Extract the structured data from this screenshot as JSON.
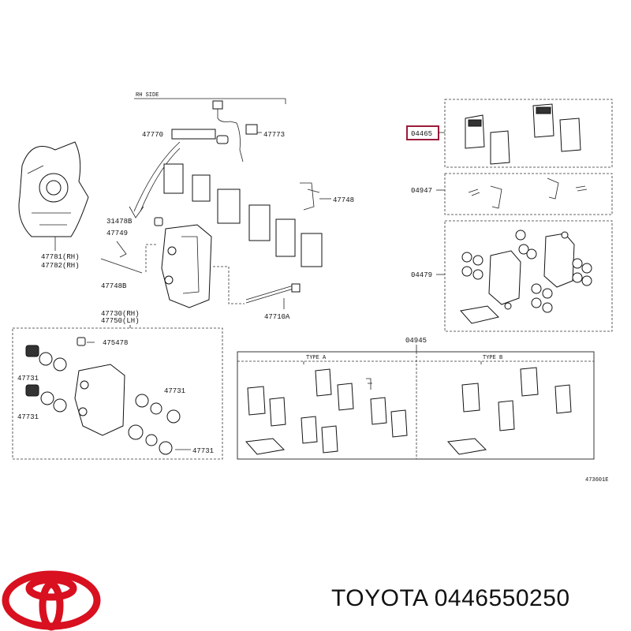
{
  "diagram": {
    "side_caption": "RH SIDE",
    "labels": {
      "p47770": "47770",
      "p47773": "47773",
      "p47748": "47748",
      "p31478B": "31478B",
      "p47749": "47749",
      "p47748B": "47748B",
      "p47781": "47781(RH)",
      "p47782": "47782(RH)",
      "p47710A": "47710A",
      "p47730": "47730(RH)",
      "p47750": "47750(LH)",
      "p475478": "475478",
      "p47731a": "47731",
      "p47731b": "47731",
      "p47731c": "47731",
      "p47731d": "47731",
      "p04465": "04465",
      "p04947": "04947",
      "p04479": "04479",
      "p04945": "04945",
      "type_a": "TYPE A",
      "type_b": "TYPE B",
      "ref_code": "473601E"
    },
    "highlight_color": "#9b1b3a"
  },
  "brand": {
    "text": "TOYOTA 0446550250",
    "logo_color": "#d8101f"
  }
}
